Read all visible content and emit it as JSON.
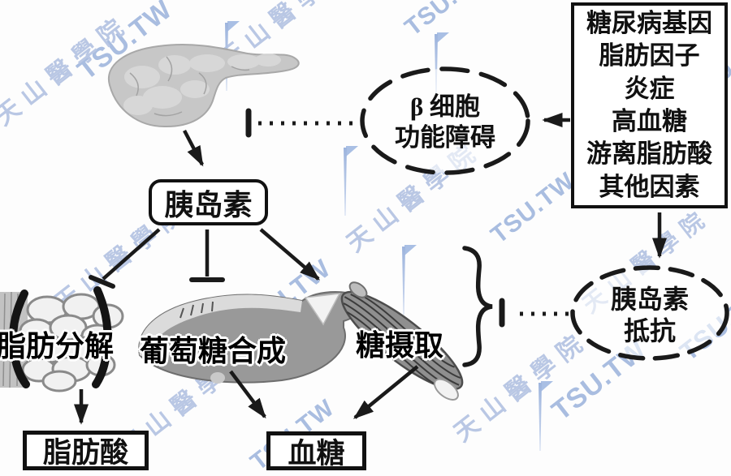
{
  "figure": {
    "factors": {
      "lines": [
        "糖尿病基因",
        "脂肪因子",
        "炎症",
        "高血糖",
        "游离脂肪酸",
        "其他因素"
      ]
    },
    "beta_cell": {
      "line1": "β 细胞",
      "line2": "功能障碍"
    },
    "insulin": {
      "label": "胰岛素"
    },
    "insulin_resistance": {
      "line1": "胰岛素",
      "line2": "抵抗"
    },
    "lipolysis": {
      "label": "脂肪分解"
    },
    "glucose_synthesis": {
      "label": "葡萄糖合成"
    },
    "glucose_uptake": {
      "label": "糖摄取"
    },
    "fatty_acid": {
      "label": "脂肪酸"
    },
    "blood_glucose": {
      "label": "血糖"
    }
  },
  "watermark": {
    "brand": "TSU.TW",
    "site_cn": "天山醫學院",
    "brand_color": "#a9bde0",
    "cn_color": "#b9c7e4"
  },
  "colors": {
    "line": "#1a1a1a",
    "box_bg": "#ffffff"
  }
}
